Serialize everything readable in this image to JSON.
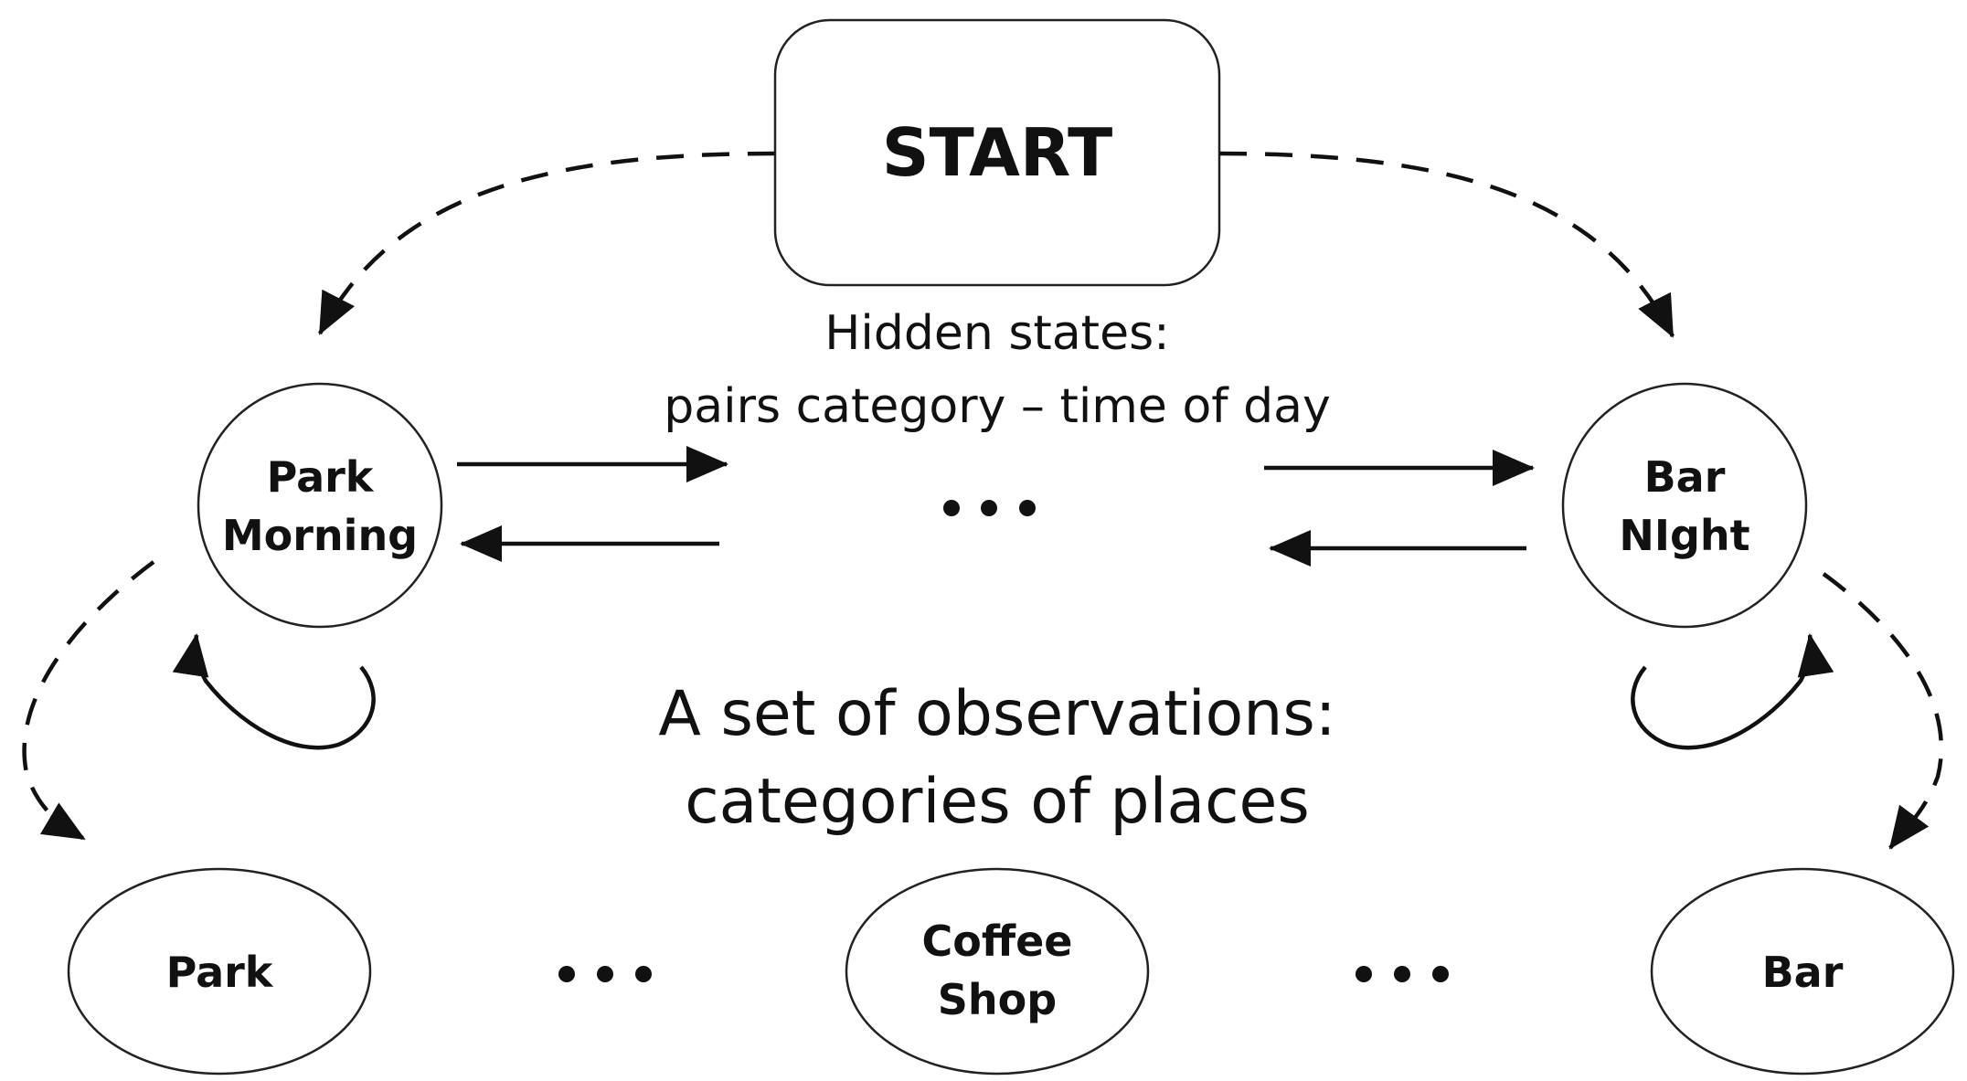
{
  "start": {
    "label": "START"
  },
  "hidden_states": {
    "caption_line1": "Hidden states:",
    "caption_line2": "pairs category – time of day",
    "left": {
      "line1": "Park",
      "line2": "Morning"
    },
    "right": {
      "line1": "Bar",
      "line2": "NIght"
    }
  },
  "observations": {
    "caption_line1": "A set of observations:",
    "caption_line2": "categories of places",
    "left": {
      "label": "Park"
    },
    "middle": {
      "line1": "Coffee",
      "line2": "Shop"
    },
    "right": {
      "label": "Bar"
    }
  },
  "colors": {
    "stroke": "#111111",
    "background": "#ffffff"
  }
}
